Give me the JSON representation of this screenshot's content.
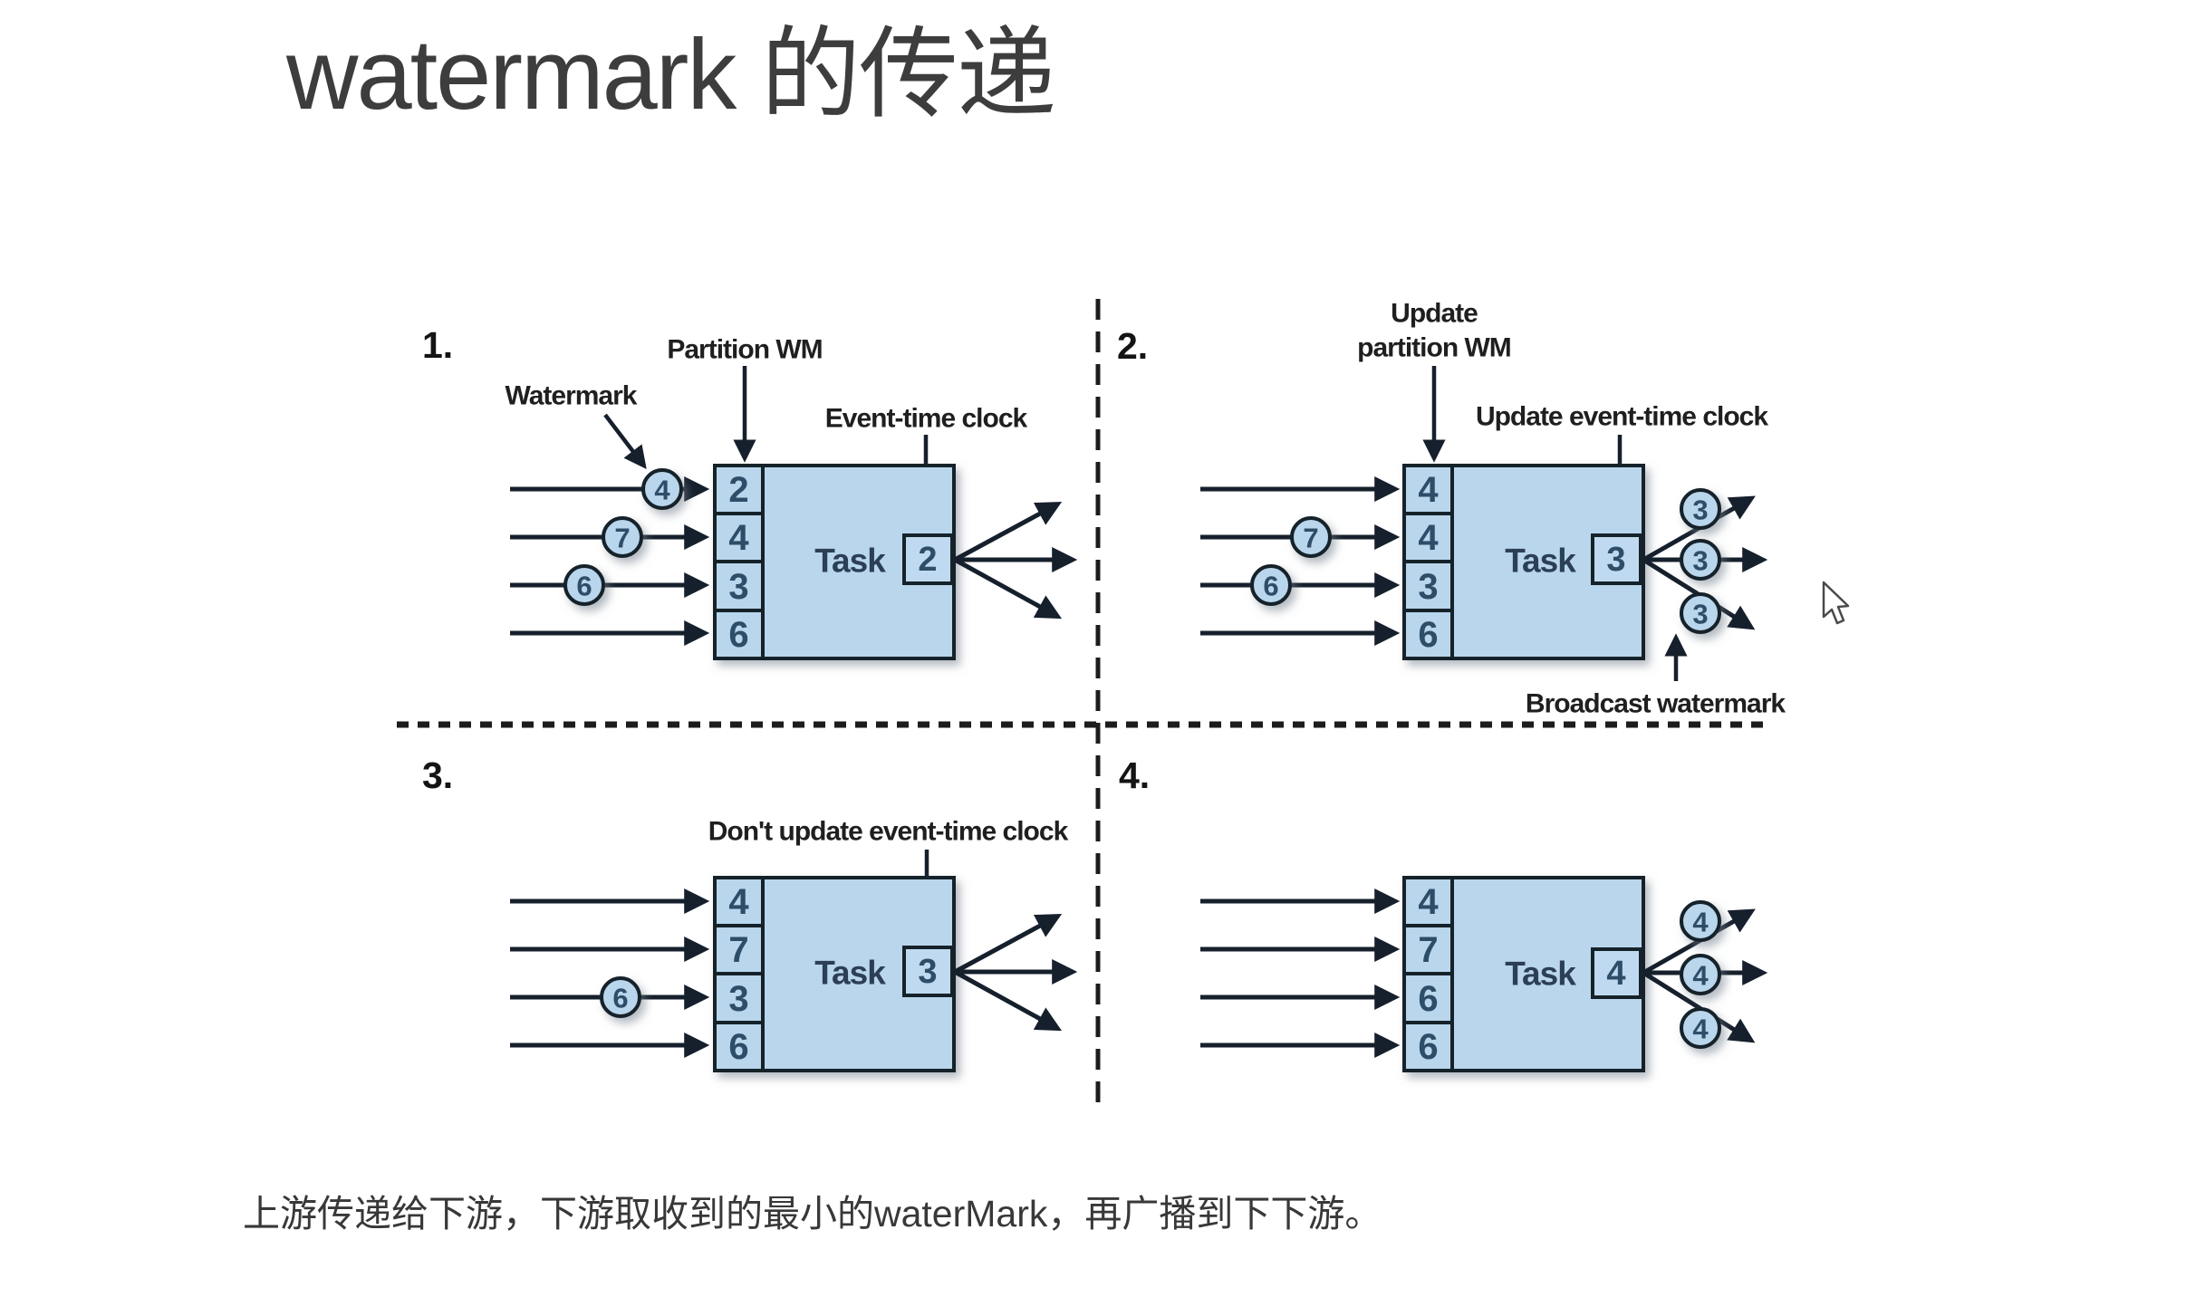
{
  "slide": {
    "title": "watermark 的传递",
    "caption": "上游传递给下游，下游取收到的最小的waterMark，再广播到下下游。"
  },
  "colors": {
    "background": "#ffffff",
    "title_text": "#3d3d3d",
    "caption_text": "#383838",
    "box_fill": "#b9d6ec",
    "box_stroke": "#16202c",
    "number_text": "#2e4d68",
    "label_text": "#1f1f1f"
  },
  "panels": [
    {
      "number": "1.",
      "task_label": "Task",
      "clock_value": "2",
      "partition_cells": [
        "2",
        "4",
        "3",
        "6"
      ],
      "input_watermarks": [
        "4",
        "7",
        "6"
      ],
      "output_watermarks": [],
      "labels": {
        "watermark": "Watermark",
        "partition_wm": "Partition WM",
        "event_time_clock": "Event-time clock"
      }
    },
    {
      "number": "2.",
      "task_label": "Task",
      "clock_value": "3",
      "partition_cells": [
        "4",
        "4",
        "3",
        "6"
      ],
      "input_watermarks": [
        "7",
        "6"
      ],
      "output_watermarks": [
        "3",
        "3",
        "3"
      ],
      "labels": {
        "update_partition_wm_1": "Update",
        "update_partition_wm_2": "partition WM",
        "update_event_time_clock": "Update event-time clock",
        "broadcast_watermark": "Broadcast watermark"
      }
    },
    {
      "number": "3.",
      "task_label": "Task",
      "clock_value": "3",
      "partition_cells": [
        "4",
        "7",
        "3",
        "6"
      ],
      "input_watermarks": [
        "6"
      ],
      "output_watermarks": [],
      "labels": {
        "dont_update_event_time_clock": "Don't update event-time clock"
      }
    },
    {
      "number": "4.",
      "task_label": "Task",
      "clock_value": "4",
      "partition_cells": [
        "4",
        "7",
        "6",
        "6"
      ],
      "input_watermarks": [],
      "output_watermarks": [
        "4",
        "4",
        "4"
      ]
    }
  ]
}
